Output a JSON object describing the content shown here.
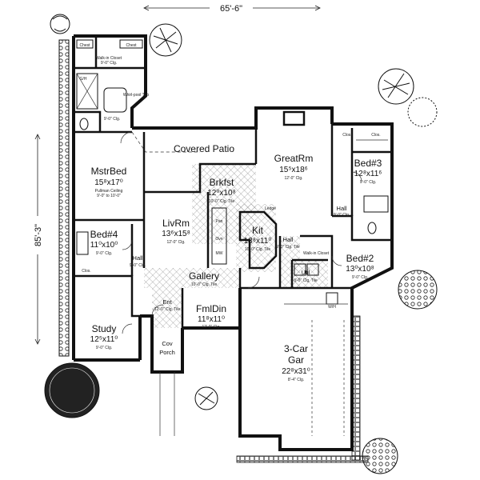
{
  "dimensions": {
    "width": "65'-6\"",
    "depth": "85'-3\""
  },
  "rooms": {
    "master_bed": {
      "name": "MstrBed",
      "size": "15⁸x17⁰",
      "note1": "Pullman Ceiling",
      "note2": "9'-0\" to 10'-0\""
    },
    "covered_patio": {
      "name": "Covered Patio"
    },
    "great_room": {
      "name": "GreatRm",
      "size": "15⁵x18⁶",
      "note": "12'-0\" Clg."
    },
    "bed3": {
      "name": "Bed#3",
      "size": "12⁸x11⁶",
      "note": "9'-0\" Clg."
    },
    "brkfst": {
      "name": "Brkfst",
      "size": "12⁰x10⁸",
      "note": "10'-0\" Clg. Tile"
    },
    "liv_rm": {
      "name": "LivRm",
      "size": "13⁶x15⁸",
      "note": "12'-0\" Clg."
    },
    "kit": {
      "name": "Kit",
      "size": "13⁸x11⁰",
      "note": "10'-0\" Clg. Tile"
    },
    "bed4": {
      "name": "Bed#4",
      "size": "11⁰x10⁰",
      "note": "9'-0\" Clg."
    },
    "bed2": {
      "name": "Bed#2",
      "size": "13⁰x10⁸",
      "note": "9'-0\" Clg."
    },
    "gallery": {
      "name": "Gallery",
      "note": "10'-0\" Clg. Tile"
    },
    "entry": {
      "name": "Ent",
      "note": "12'-0\" Clg. Tile"
    },
    "fmly_din": {
      "name": "FmlDin",
      "size": "11⁸x11⁰",
      "note": "12'-0\" Clg."
    },
    "study": {
      "name": "Study",
      "size": "12⁵x11⁰",
      "note": "9'-0\" Clg."
    },
    "cov_porch": {
      "name1": "Cov",
      "name2": "Porch"
    },
    "garage": {
      "name1": "3-Car",
      "name2": "Gar",
      "size": "22⁸x31⁰",
      "note": "8'-4\" Clg."
    },
    "util": {
      "name": "Util",
      "note": "8'-0\" Clg. Tile"
    },
    "hall_left": {
      "name": "Hall",
      "note": "9'-0\" Clg."
    },
    "hall_right": {
      "name": "Hall",
      "note": "9'-0\" Clg. Tile"
    },
    "hall_bed3": {
      "name": "Hall",
      "note": "9'-0\" Clg."
    },
    "walk_in_closet_master": {
      "name": "Walk-in Closet",
      "note": "9'-0\" Clg."
    },
    "walk_in_closet_util": {
      "name": "Walk-in Closet"
    },
    "master_bath_note": {
      "note": "9'-0\" Clg."
    }
  },
  "labels": {
    "chest1": "Chest",
    "chest2": "Chest",
    "gh": "G/H",
    "clos": "Clos.",
    "wh": "W/H",
    "pan": "Pan",
    "ovn": "Ovn",
    "mw": "MW",
    "ledge": "Ledge",
    "mstr_bath_tub": "Whirl-pool Tub"
  }
}
